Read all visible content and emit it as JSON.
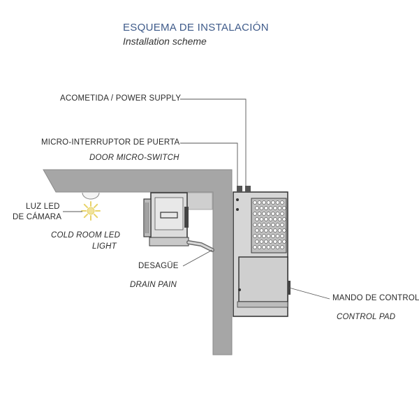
{
  "header": {
    "title": "ESQUEMA DE INSTALACIÓN",
    "subtitle": "Installation scheme"
  },
  "labels": {
    "power_supply": "ACOMETIDA / POWER SUPPLY",
    "micro_switch_es": "MICRO-INTERRUPTOR DE PUERTA",
    "micro_switch_en": "DOOR MICRO-SWITCH",
    "led_es_line1": "LUZ LED",
    "led_es_line2": "DE CÁMARA",
    "led_en_line1": "COLD ROOM LED",
    "led_en_line2": "LIGHT",
    "drain_es": "DESAGÜE",
    "drain_en": "DRAIN PAIN",
    "control_es": "MANDO DE CONTROL",
    "control_en": "CONTROL PAD"
  },
  "colors": {
    "title": "#3f5b8a",
    "wall": "#a6a6a6",
    "unit_body": "#d9d9d9",
    "unit_dark": "#3a3a3a",
    "led_glow": "#e8d36a"
  }
}
